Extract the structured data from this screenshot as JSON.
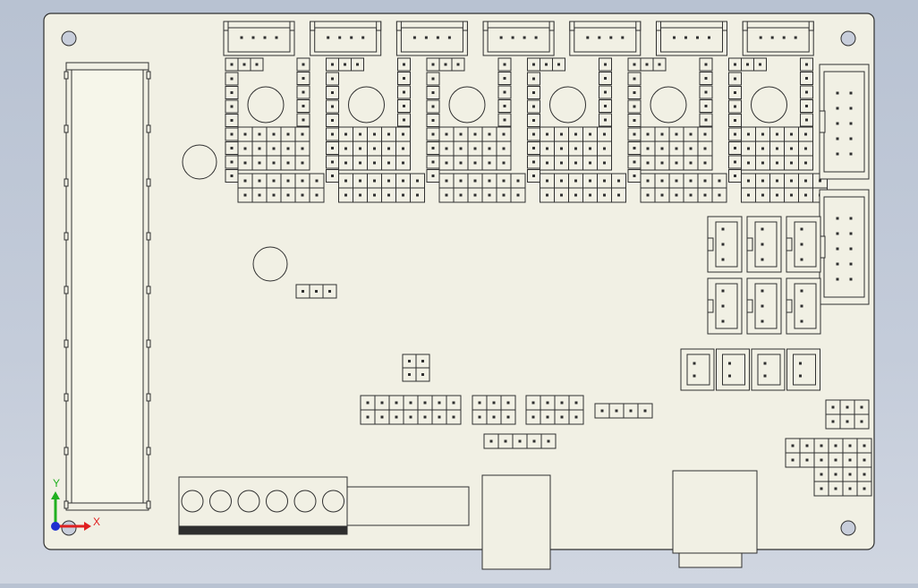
{
  "viewport": {
    "background_top": "#b8c2d2",
    "background_bottom": "#d0d6e1"
  },
  "board": {
    "fill": "#f1f0e4",
    "outline": "#303030"
  },
  "triad": {
    "x_label": "X",
    "y_label": "Y",
    "x_color": "#e02020",
    "y_color": "#20b020",
    "z_color": "#2030d0"
  },
  "components": {
    "stepper_driver_count": 6,
    "jst_top_connector_count": 7,
    "motor_jst_side_count": 6,
    "endstop_jst_count": 4,
    "terminal_screw_count": 6
  }
}
